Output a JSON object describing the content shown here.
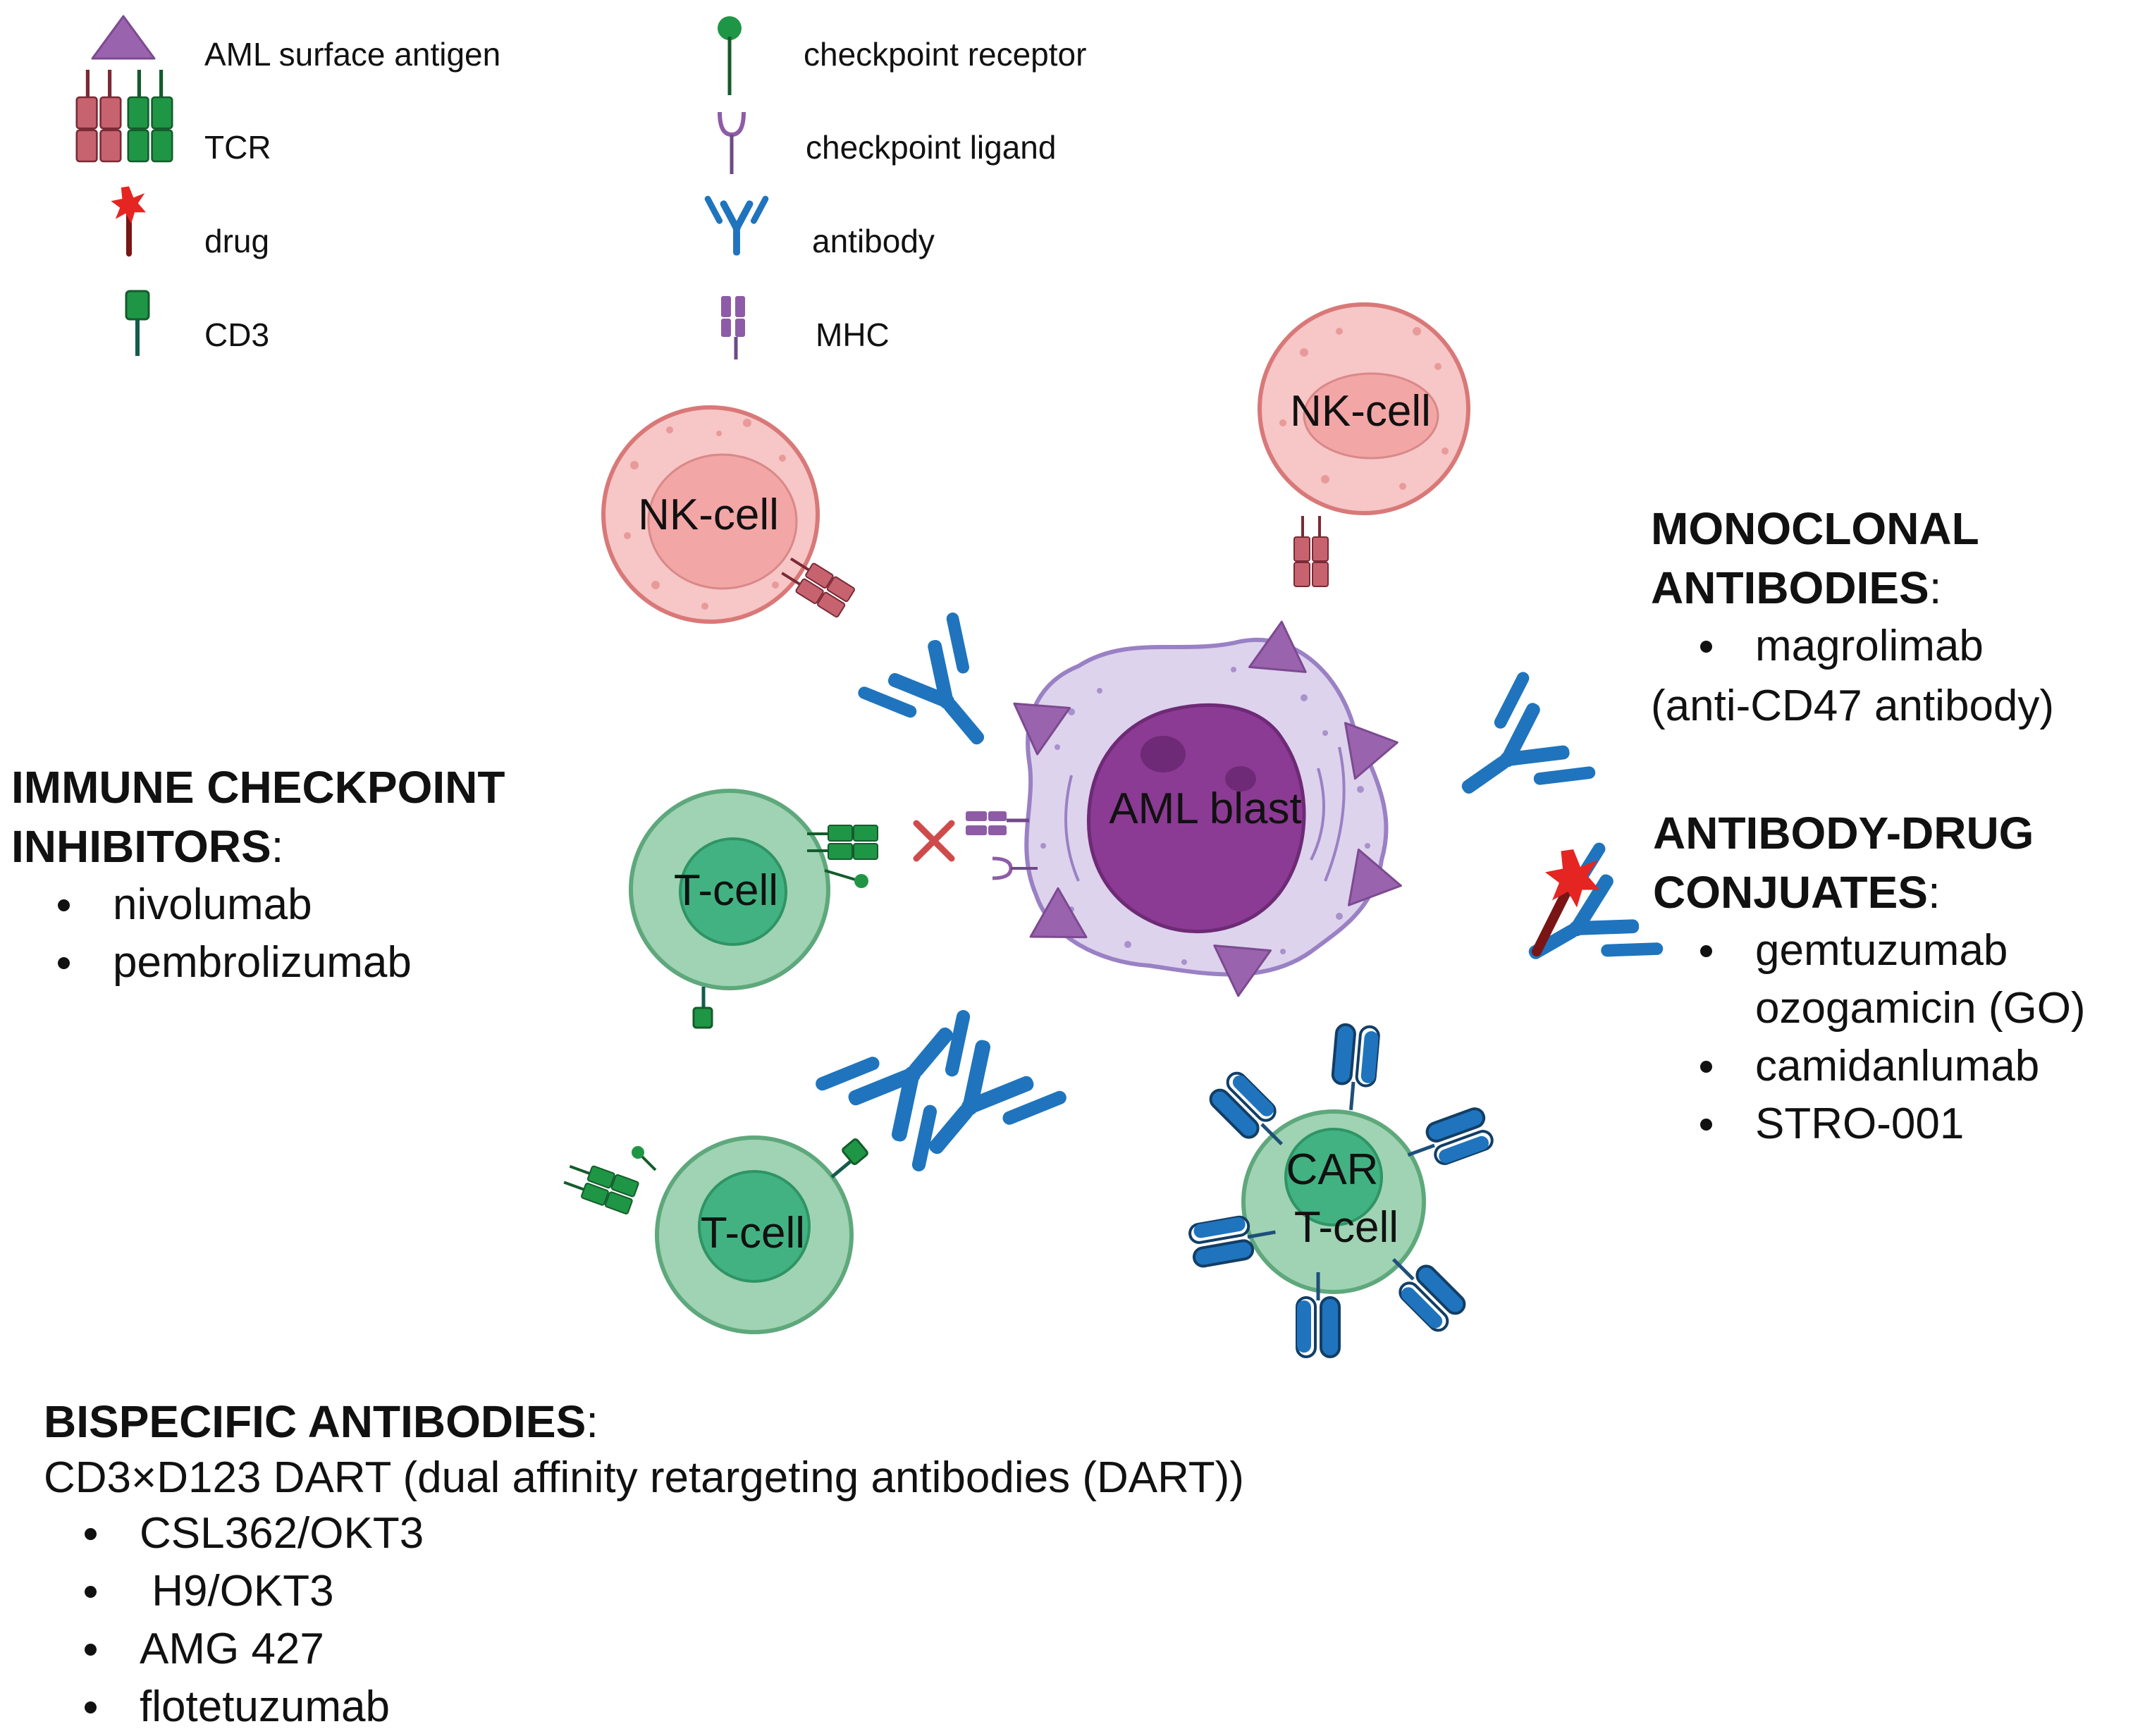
{
  "legend": {
    "aml_surface_antigen": "AML surface antigen",
    "tcr": "TCR",
    "drug": "drug",
    "cd3": "CD3",
    "checkpoint_receptor": "checkpoint receptor",
    "checkpoint_ligand": "checkpoint ligand",
    "antibody": "antibody",
    "mhc": "MHC"
  },
  "cells": {
    "nk_left": "NK-cell",
    "nk_right": "NK-cell",
    "aml_blast": "AML blast",
    "t_cell_upper": "T-cell",
    "t_cell_lower": "T-cell",
    "car_t_cell_line1": "CAR",
    "car_t_cell_line2": "T-cell"
  },
  "monoclonal": {
    "heading_line1": "MONOCLONAL",
    "heading_line2": "ANTIBODIES",
    "items": [
      "magrolimab"
    ],
    "note": "(anti-CD47 antibody)"
  },
  "adc": {
    "heading_line1": "ANTIBODY-DRUG",
    "heading_line2": "CONJUATES",
    "items": [
      "gemtuzumab",
      "ozogamicin (GO)",
      "camidanlumab",
      "STRO-001"
    ]
  },
  "checkpoint": {
    "heading_line1": "IMMUNE CHECKPOINT",
    "heading_line2": "INHIBITORS",
    "items": [
      "nivolumab",
      "pembrolizumab"
    ]
  },
  "bispecific": {
    "heading": "BISPECIFIC ANTIBODIES",
    "subtitle": "CD3×D123 DART (dual affinity retargeting antibodies (DART))",
    "items": [
      "CSL362/OKT3",
      " H9/OKT3",
      "AMG 427",
      "flotetuzumab"
    ]
  },
  "punctuation": {
    "colon": ":"
  },
  "colors": {
    "nk_outer": "#f7c6c6",
    "nk_inner": "#f2a6a6",
    "nk_stroke": "#d97878",
    "t_outer": "#9fd3b3",
    "t_inner": "#43b282",
    "t_stroke": "#5ea87c",
    "aml_body": "#ddd3ec",
    "aml_stroke": "#9a80c4",
    "aml_nucleus": "#8b3b93",
    "antigen": "#9a63ad",
    "antibody": "#1f74bd",
    "tcr_red": "#c7636f",
    "tcr_green": "#1f9645",
    "drug": "#e52521",
    "mhc": "#8e5ca6",
    "block_x": "#cf4b4b"
  }
}
